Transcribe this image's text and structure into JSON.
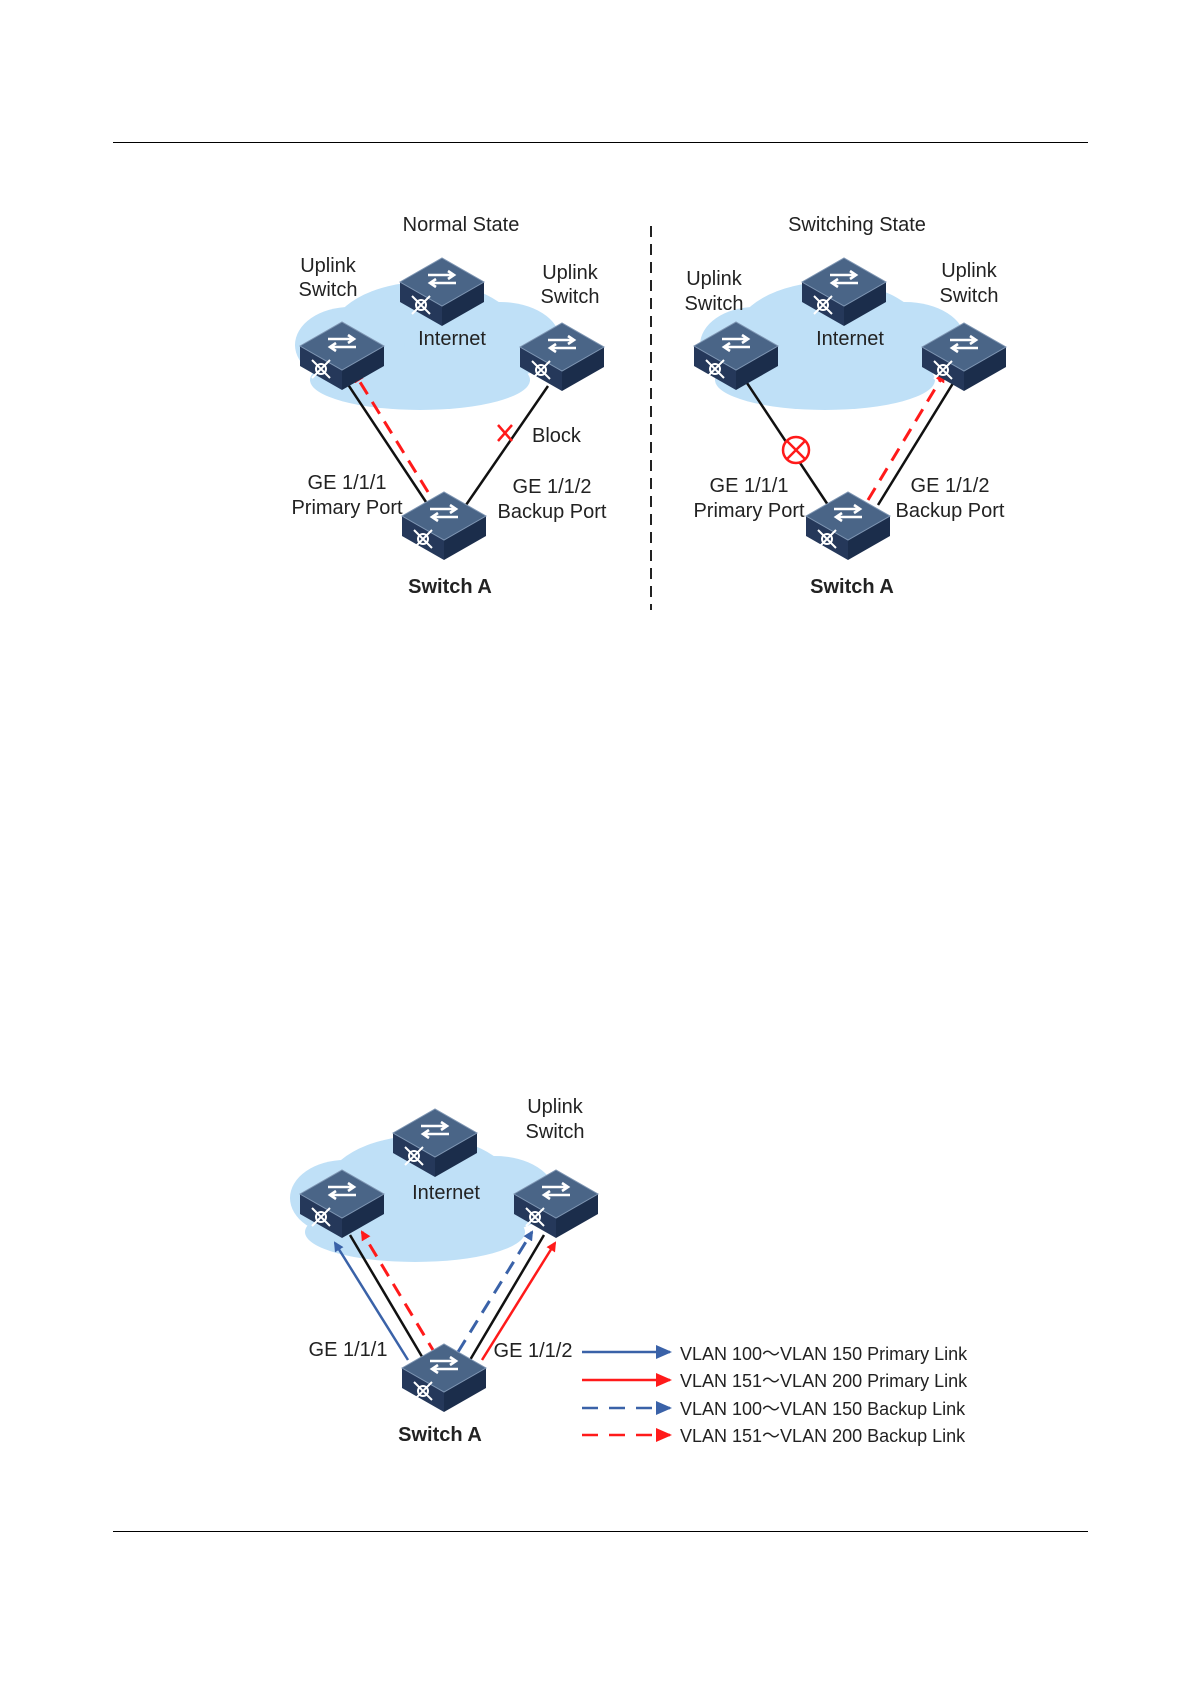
{
  "figure1": {
    "left_panel": {
      "title": "Normal State",
      "internet": "Internet",
      "uplink_left": [
        "Uplink",
        "Switch"
      ],
      "uplink_right": [
        "Uplink",
        "Switch"
      ],
      "block": "Block",
      "primary_port": [
        "GE 1/1/1",
        "Primary Port"
      ],
      "backup_port": [
        "GE 1/1/2",
        "Backup Port"
      ],
      "switch_a": "Switch A"
    },
    "right_panel": {
      "title": "Switching State",
      "internet": "Internet",
      "uplink_left": [
        "Uplink",
        "Switch"
      ],
      "uplink_right": [
        "Uplink",
        "Switch"
      ],
      "primary_port": [
        "GE 1/1/1",
        "Primary Port"
      ],
      "backup_port": [
        "GE 1/1/2",
        "Backup Port"
      ],
      "switch_a": "Switch A"
    }
  },
  "figure2": {
    "internet": "Internet",
    "uplink": [
      "Uplink",
      "Switch"
    ],
    "port1": "GE 1/1/1",
    "port2": "GE 1/1/2",
    "switch_a": "Switch A",
    "legend": [
      {
        "label": "VLAN 100～VLAN 150 Primary Link",
        "color": "#3a62a8",
        "style": "solid"
      },
      {
        "label": "VLAN 151～VLAN 200 Primary Link",
        "color": "#ff1a1a",
        "style": "solid"
      },
      {
        "label": "VLAN 100～VLAN 150 Backup Link",
        "color": "#3a62a8",
        "style": "dashed"
      },
      {
        "label": "VLAN 151～VLAN 200 Backup Link",
        "color": "#ff1a1a",
        "style": "dashed"
      }
    ]
  },
  "colors": {
    "switch_top": "#3f5878",
    "switch_side": "#1f3452",
    "cloud": "#bfe0f7",
    "primary_blue": "#3a62a8",
    "primary_red": "#ff1a1a"
  }
}
